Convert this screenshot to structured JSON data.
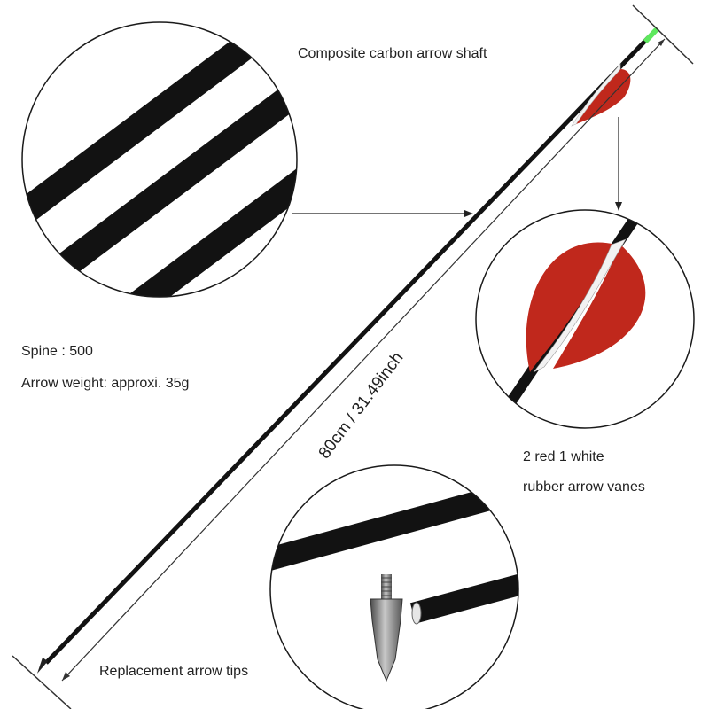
{
  "labels": {
    "shaft": "Composite carbon arrow shaft",
    "spine": "Spine : 500",
    "weight": "Arrow weight: approxi. 35g",
    "length": "80cm / 31.49inch",
    "vanes_line1": "2 red 1 white",
    "vanes_line2": "rubber arrow vanes",
    "tips": "Replacement arrow tips"
  },
  "colors": {
    "shaft": "#121212",
    "vane_red": "#c0281c",
    "vane_white": "#f2f2f2",
    "nock": "#5ee85e",
    "tip_metal": "#7a7a7a"
  },
  "icons": {
    "shaft_detail": "carbon-shaft-closeup",
    "vanes_detail": "fletching-closeup",
    "tips_detail": "arrow-tip-closeup"
  }
}
